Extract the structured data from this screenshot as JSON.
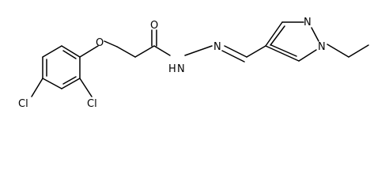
{
  "molecule": {
    "atoms": [
      {
        "id": "cl1",
        "label": "Cl"
      },
      {
        "id": "cl2",
        "label": "Cl"
      },
      {
        "id": "o1",
        "label": "O"
      },
      {
        "id": "o2",
        "label": "O"
      },
      {
        "id": "nh",
        "label": "NH"
      },
      {
        "id": "n1",
        "label": "N"
      },
      {
        "id": "n2",
        "label": "N"
      },
      {
        "id": "n3",
        "label": "N"
      },
      {
        "id": "h1",
        "label": "H"
      },
      {
        "id": "h1b",
        "label": "N"
      }
    ],
    "labels": {
      "cl_left": "Cl",
      "cl_right": "Cl",
      "o_ether": "O",
      "o_carbonyl": "O",
      "nh": "H",
      "nh_n": "N",
      "n_hydrazone": "N",
      "n_pyrazole_top": "N",
      "n_pyrazole_ethyl": "N"
    }
  }
}
